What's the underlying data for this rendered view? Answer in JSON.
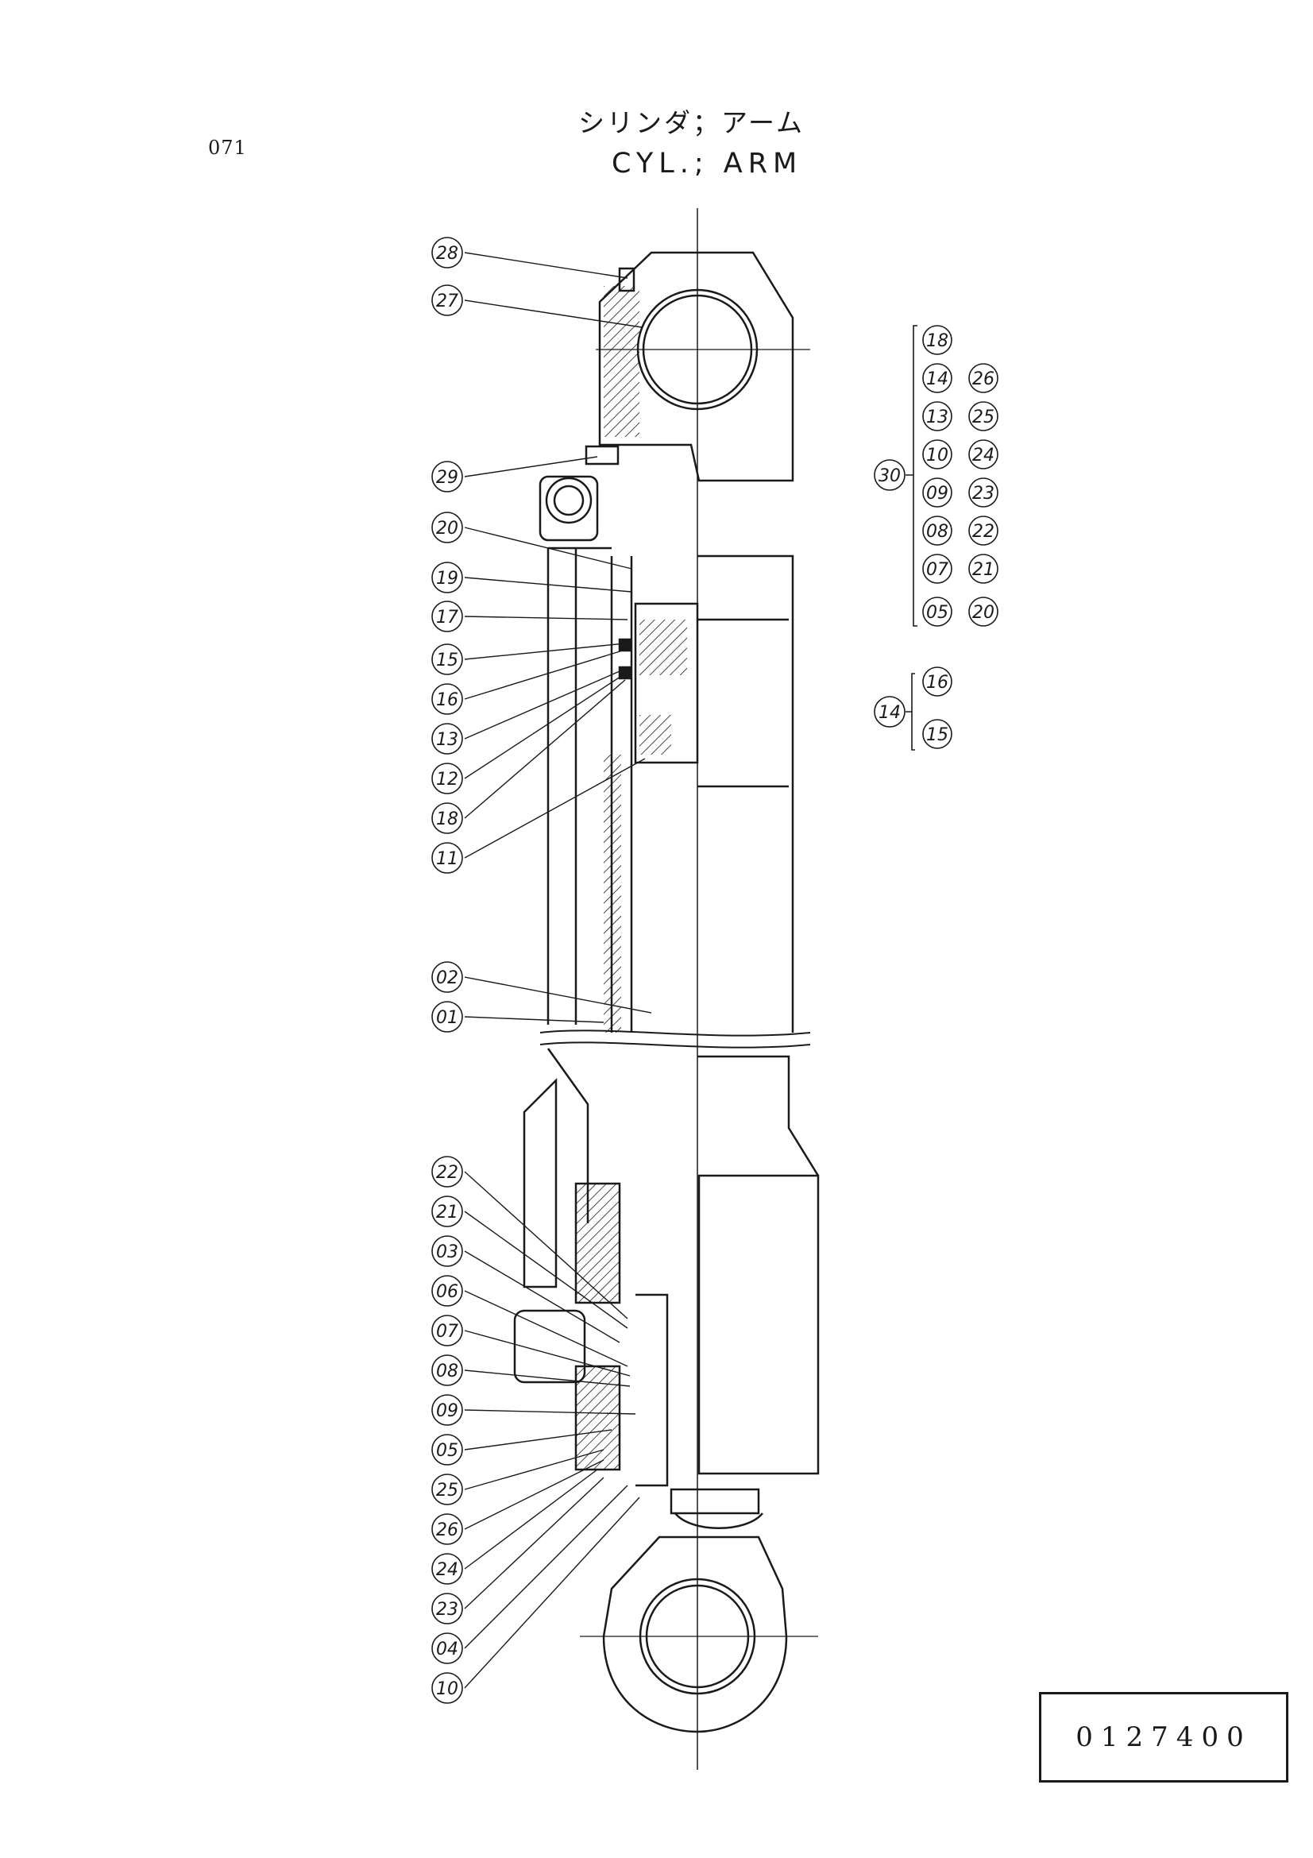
{
  "page": {
    "number": "071",
    "title_jp": "シリンダ；アーム",
    "title_en": "CYL.; ARM",
    "catalog_number": "0127400"
  },
  "callouts_left": [
    "28",
    "27",
    "29",
    "20",
    "19",
    "17",
    "15",
    "16",
    "13",
    "12",
    "18",
    "11",
    "02",
    "01",
    "22",
    "21",
    "03",
    "06",
    "07",
    "08",
    "09",
    "05",
    "25",
    "26",
    "24",
    "23",
    "04",
    "10"
  ],
  "kit": {
    "number": "30",
    "row1": [
      "05",
      "07",
      "08",
      "09",
      "10",
      "13",
      "14",
      "18"
    ],
    "row2": [
      "20",
      "21",
      "22",
      "23",
      "24",
      "25",
      "26"
    ]
  },
  "subkit": {
    "number": "14",
    "row1": [
      "16"
    ],
    "row2": [
      "15"
    ]
  },
  "colors": {
    "ink": "#1a1a1a",
    "paper": "#ffffff"
  }
}
